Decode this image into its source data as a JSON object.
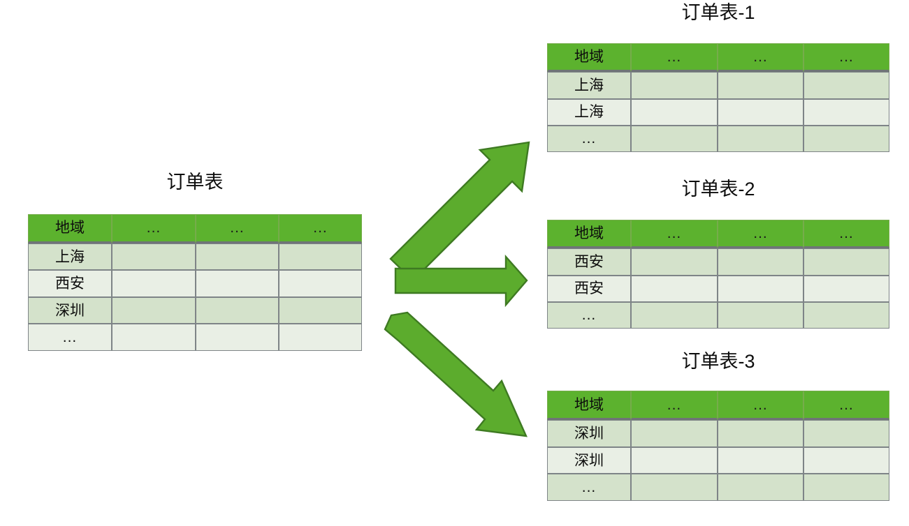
{
  "diagram": {
    "type": "table-sharding-diagram",
    "colors": {
      "header_green": "#5CB22E",
      "arrow_fill": "#5CAC2D",
      "arrow_stroke": "#3E7A22",
      "row_dark": "#D4E2CB",
      "row_light": "#E9EFE5",
      "grid_line": "#7E8487",
      "text": "#0D0D0D",
      "background": "#FFFFFF"
    },
    "source_table": {
      "title": "订单表",
      "columns": [
        "地域",
        "...",
        "...",
        "..."
      ],
      "rows": [
        [
          "上海",
          "",
          "",
          ""
        ],
        [
          "西安",
          "",
          "",
          ""
        ],
        [
          "深圳",
          "",
          "",
          ""
        ],
        [
          "...",
          "",
          "",
          ""
        ]
      ]
    },
    "target_tables": [
      {
        "title": "订单表-1",
        "columns": [
          "地域",
          "...",
          "...",
          "..."
        ],
        "rows": [
          [
            "上海",
            "",
            "",
            ""
          ],
          [
            "上海",
            "",
            "",
            ""
          ],
          [
            "...",
            "",
            "",
            ""
          ]
        ]
      },
      {
        "title": "订单表-2",
        "columns": [
          "地域",
          "...",
          "...",
          "..."
        ],
        "rows": [
          [
            "西安",
            "",
            "",
            ""
          ],
          [
            "西安",
            "",
            "",
            ""
          ],
          [
            "...",
            "",
            "",
            ""
          ]
        ]
      },
      {
        "title": "订单表-3",
        "columns": [
          "地域",
          "...",
          "...",
          "..."
        ],
        "rows": [
          [
            "深圳",
            "",
            "",
            ""
          ],
          [
            "深圳",
            "",
            "",
            ""
          ],
          [
            "...",
            "",
            "",
            ""
          ]
        ]
      }
    ],
    "arrows": [
      {
        "name": "arrow-to-table-1",
        "direction": "up-right"
      },
      {
        "name": "arrow-to-table-2",
        "direction": "right"
      },
      {
        "name": "arrow-to-table-3",
        "direction": "down-right"
      }
    ]
  }
}
